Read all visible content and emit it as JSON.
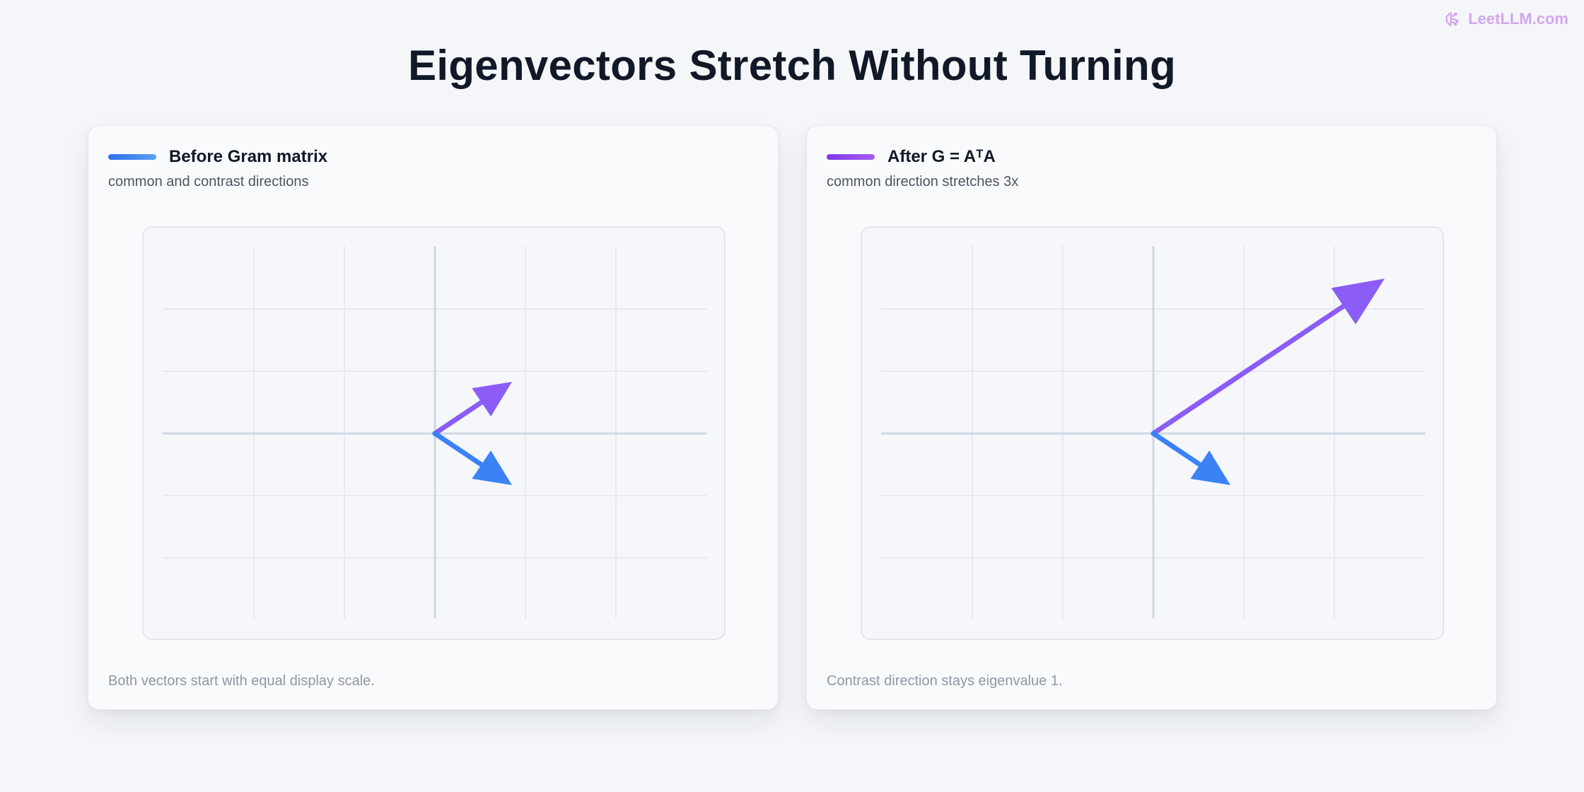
{
  "brand": {
    "name": "LeetLLM.com",
    "color": "#d3a6ee"
  },
  "title": "Eigenvectors Stretch Without Turning",
  "colors": {
    "common": "#8b5cf6",
    "contrast": "#3b82f6",
    "axis": "#cfd8e3",
    "grid": "#e6eaf0"
  },
  "panels": [
    {
      "legend_color": "#3b82f6",
      "heading": "Before Gram matrix",
      "subtitle": "common and contrast directions",
      "caption": "Both vectors start with equal display scale.",
      "vectors": [
        {
          "name": "common",
          "x": 1,
          "y": 1
        },
        {
          "name": "contrast",
          "x": 1,
          "y": -1
        }
      ]
    },
    {
      "legend_color": "#8b5cf6",
      "heading": "After G = AᵀA",
      "subtitle": "common direction stretches 3x",
      "caption": "Contrast direction stays eigenvalue 1.",
      "vectors": [
        {
          "name": "common",
          "x": 3,
          "y": 3
        },
        {
          "name": "contrast",
          "x": 1,
          "y": -1
        }
      ]
    }
  ]
}
